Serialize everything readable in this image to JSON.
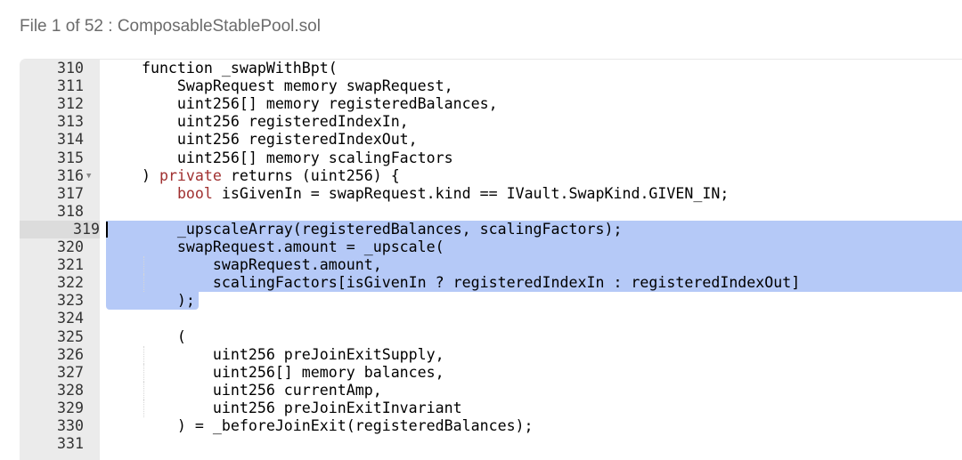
{
  "header": {
    "title": "File 1 of 52 : ComposableStablePool.sol"
  },
  "editor": {
    "active_line": 319,
    "selection": {
      "from_line": 319,
      "to_line": 323
    },
    "lines": [
      {
        "n": "310",
        "s": [
          [
            "    function _swapWithBpt(",
            ""
          ]
        ]
      },
      {
        "n": "311",
        "s": [
          [
            "        SwapRequest memory swapRequest,",
            ""
          ]
        ]
      },
      {
        "n": "312",
        "s": [
          [
            "        uint256[] memory registeredBalances,",
            ""
          ]
        ]
      },
      {
        "n": "313",
        "s": [
          [
            "        uint256 registeredIndexIn,",
            ""
          ]
        ]
      },
      {
        "n": "314",
        "s": [
          [
            "        uint256 registeredIndexOut,",
            ""
          ]
        ]
      },
      {
        "n": "315",
        "s": [
          [
            "        uint256[] memory scalingFactors",
            ""
          ]
        ]
      },
      {
        "n": "316",
        "fold": true,
        "s": [
          [
            "    ) ",
            ""
          ],
          [
            "private",
            "kw"
          ],
          [
            " returns (uint256) {",
            ""
          ]
        ]
      },
      {
        "n": "317",
        "s": [
          [
            "        ",
            ""
          ],
          [
            "bool",
            "kw"
          ],
          [
            " isGivenIn = swapRequest.kind == IVault.SwapKind.GIVEN_IN;",
            ""
          ]
        ]
      },
      {
        "n": "318",
        "s": [
          [
            "",
            ""
          ]
        ]
      },
      {
        "n": "319",
        "s": [
          [
            "        _upscaleArray(registeredBalances, scalingFactors);",
            ""
          ]
        ]
      },
      {
        "n": "320",
        "s": [
          [
            "        swapRequest.amount = _upscale(",
            ""
          ]
        ]
      },
      {
        "n": "321",
        "s": [
          [
            "            swapRequest.amount,",
            ""
          ]
        ]
      },
      {
        "n": "322",
        "s": [
          [
            "            scalingFactors[isGivenIn ? registeredIndexIn : registeredIndexOut]",
            ""
          ]
        ]
      },
      {
        "n": "323",
        "s": [
          [
            "        );",
            ""
          ]
        ]
      },
      {
        "n": "324",
        "s": [
          [
            "",
            ""
          ]
        ]
      },
      {
        "n": "325",
        "s": [
          [
            "        (",
            ""
          ]
        ]
      },
      {
        "n": "326",
        "s": [
          [
            "            uint256 preJoinExitSupply,",
            ""
          ]
        ]
      },
      {
        "n": "327",
        "s": [
          [
            "            uint256[] memory balances,",
            ""
          ]
        ]
      },
      {
        "n": "328",
        "s": [
          [
            "            uint256 currentAmp,",
            ""
          ]
        ]
      },
      {
        "n": "329",
        "s": [
          [
            "            uint256 preJoinExitInvariant",
            ""
          ]
        ]
      },
      {
        "n": "330",
        "s": [
          [
            "        ) = _beforeJoinExit(registeredBalances);",
            ""
          ]
        ]
      },
      {
        "n": "331",
        "s": [
          [
            "",
            ""
          ]
        ]
      }
    ]
  }
}
